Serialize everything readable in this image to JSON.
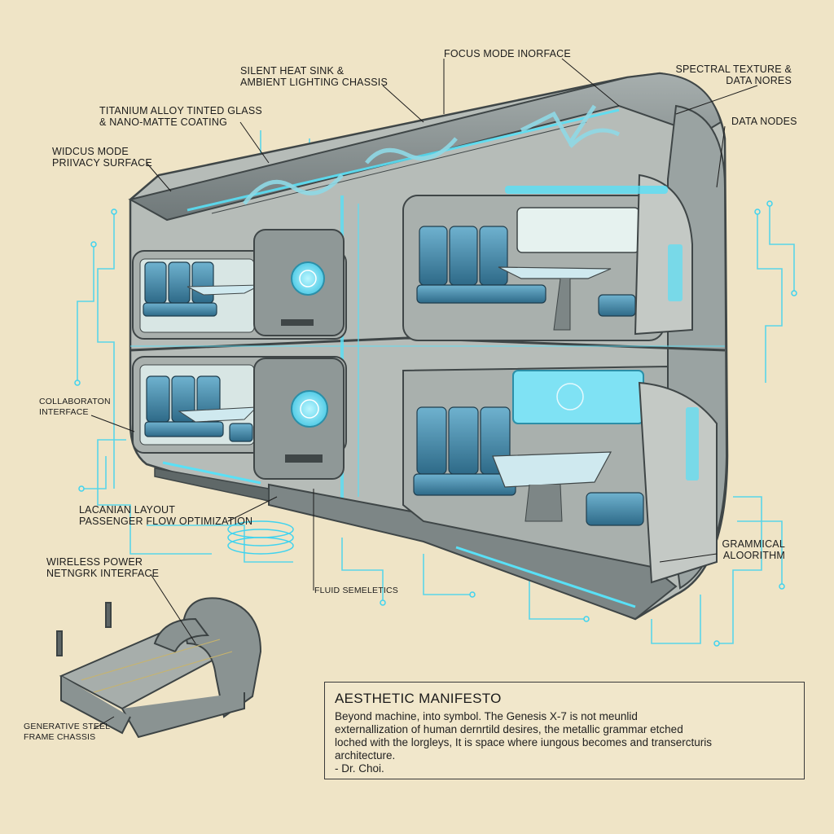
{
  "callouts": {
    "silent_heat_sink": [
      "SILENT HEAT SINK &",
      "AMBIENT LIGHTING CHASSIS"
    ],
    "focus_mode_interface": [
      "FOCUS MODE INORFACE"
    ],
    "spectral_texture": [
      "SPECTRAL TEXTURE &",
      "DATA NORES"
    ],
    "titanium_glass": [
      "TITANIUM ALLOY TINTED GLASS",
      "& NANO-MATTE COATING"
    ],
    "data_nodes": [
      "DATA NODES"
    ],
    "widcus_mode": [
      "WIDCUS MODE",
      "PRIIVACY SURFACE"
    ],
    "collaboration_interface": [
      "COLLABORATON",
      "INTERFACE"
    ],
    "lacanian_layout": [
      "LACANIAN LAYOUT",
      "PASSENGER FLOW OPTIMIZATION"
    ],
    "wireless_power": [
      "WIRELESS POWER",
      "NETNGRK INTERFACE"
    ],
    "fluid_semeltics": [
      "FLUID SEMELETICS"
    ],
    "grammical_algorithm": [
      "GRAMMICAL",
      "ALOORITHM"
    ],
    "generative_steel": [
      "GENERATIVE STEEL",
      "FRAME CHASSIS"
    ]
  },
  "manifesto": {
    "title": "AESTHETIC MANIFESTO",
    "lines": [
      "Beyond machine, into symbol. The Genesis X-7 is not meunlid",
      "externallization of human dernrtild desires, the metallic grammar etched",
      "loched with the lorgleys, It is space where iungous becomes and transercturis",
      "architecture.",
      "- Dr. Choi."
    ]
  },
  "colors": {
    "paper": "#efe4c6",
    "hull": "#8d9696",
    "hull_dark": "#5c6566",
    "glow": "#3fd3ef",
    "seat": "#4a8fb0",
    "ink": "#1c1c1c"
  }
}
